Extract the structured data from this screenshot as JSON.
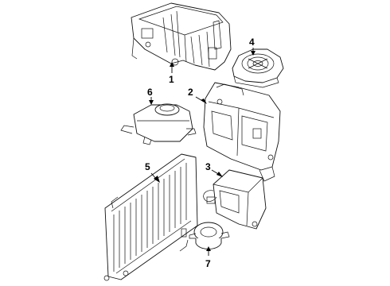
{
  "callouts": [
    {
      "id": "1",
      "label": "1"
    },
    {
      "id": "2",
      "label": "2"
    },
    {
      "id": "3",
      "label": "3"
    },
    {
      "id": "4",
      "label": "4"
    },
    {
      "id": "5",
      "label": "5"
    },
    {
      "id": "6",
      "label": "6"
    },
    {
      "id": "7",
      "label": "7"
    }
  ],
  "colors": {
    "line": "#111111",
    "background": "#ffffff"
  }
}
